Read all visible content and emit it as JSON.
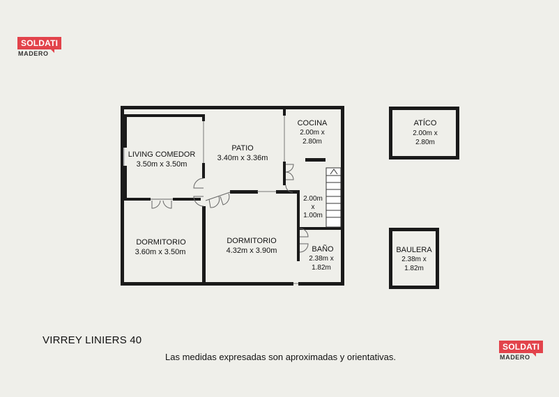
{
  "brand": {
    "name": "SOLDATI",
    "subtitle": "MADERO",
    "accent_color": "#e2434b"
  },
  "rooms": [
    {
      "id": "living",
      "name": "LIVING COMEDOR",
      "size": "3.50m x 3.50m"
    },
    {
      "id": "patio",
      "name": "PATIO",
      "size": "3.40m x 3.36m"
    },
    {
      "id": "cocina",
      "name": "COCINA",
      "size_l1": "2.00m x",
      "size_l2": "2.80m"
    },
    {
      "id": "pasillo",
      "name": "",
      "size_l1": "2.00m",
      "size_l2": "x",
      "size_l3": "1.00m"
    },
    {
      "id": "dormitorio1",
      "name": "DORMITORIO",
      "size": "3.60m x 3.50m"
    },
    {
      "id": "dormitorio2",
      "name": "DORMITORIO",
      "size": "4.32m x 3.90m"
    },
    {
      "id": "bano",
      "name": "BAÑO",
      "size_l1": "2.38m x",
      "size_l2": "1.82m"
    },
    {
      "id": "atico",
      "name": "ATÍCO",
      "size_l1": "2.00m x",
      "size_l2": "2.80m"
    },
    {
      "id": "baulera",
      "name": "BAULERA",
      "size_l1": "2.38m x",
      "size_l2": "1.82m"
    }
  ],
  "footer": {
    "address": "VIRREY LINIERS 40",
    "disclaimer": "Las medidas expresadas son aproximadas y orientativas."
  }
}
